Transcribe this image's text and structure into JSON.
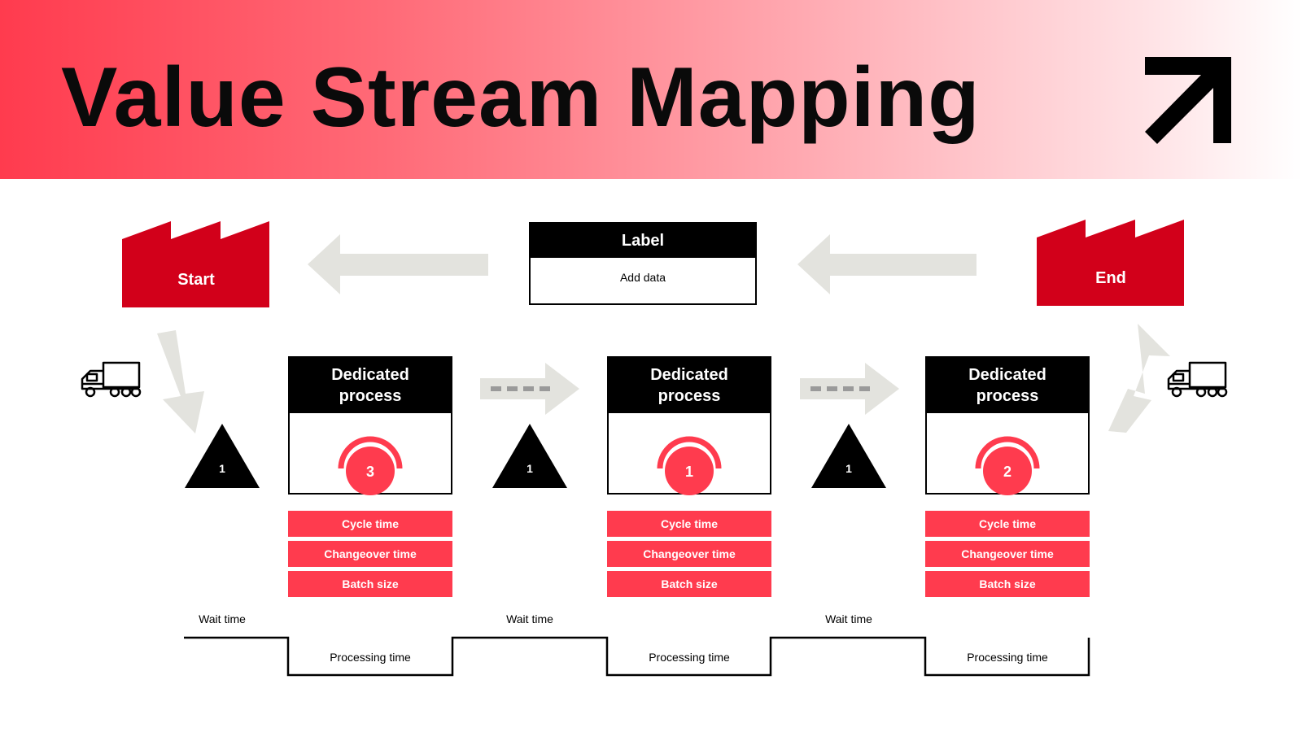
{
  "header": {
    "title": "Value Stream Mapping",
    "corner_icon": "arrow-up-right-icon"
  },
  "colors": {
    "accent": "#ff3b4e",
    "factory": "#d2001a",
    "flow_arrow": "#e3e3de",
    "ink": "#000000"
  },
  "start": {
    "label": "Start",
    "icon": "factory-icon"
  },
  "end": {
    "label": "End",
    "icon": "factory-icon"
  },
  "info_box": {
    "title": "Label",
    "body": "Add data"
  },
  "trucks": {
    "icon": "truck-icon"
  },
  "processes": [
    {
      "title": "Dedicated\nprocess",
      "operators": "3",
      "metrics": [
        "Cycle time",
        "Changeover time",
        "Batch size"
      ],
      "processing_label": "Processing time"
    },
    {
      "title": "Dedicated\nprocess",
      "operators": "1",
      "metrics": [
        "Cycle time",
        "Changeover time",
        "Batch size"
      ],
      "processing_label": "Processing time"
    },
    {
      "title": "Dedicated\nprocess",
      "operators": "2",
      "metrics": [
        "Cycle time",
        "Changeover time",
        "Batch size"
      ],
      "processing_label": "Processing time"
    }
  ],
  "inventories": [
    {
      "count": "1",
      "wait_label": "Wait time"
    },
    {
      "count": "1",
      "wait_label": "Wait time"
    },
    {
      "count": "1",
      "wait_label": "Wait time"
    }
  ]
}
